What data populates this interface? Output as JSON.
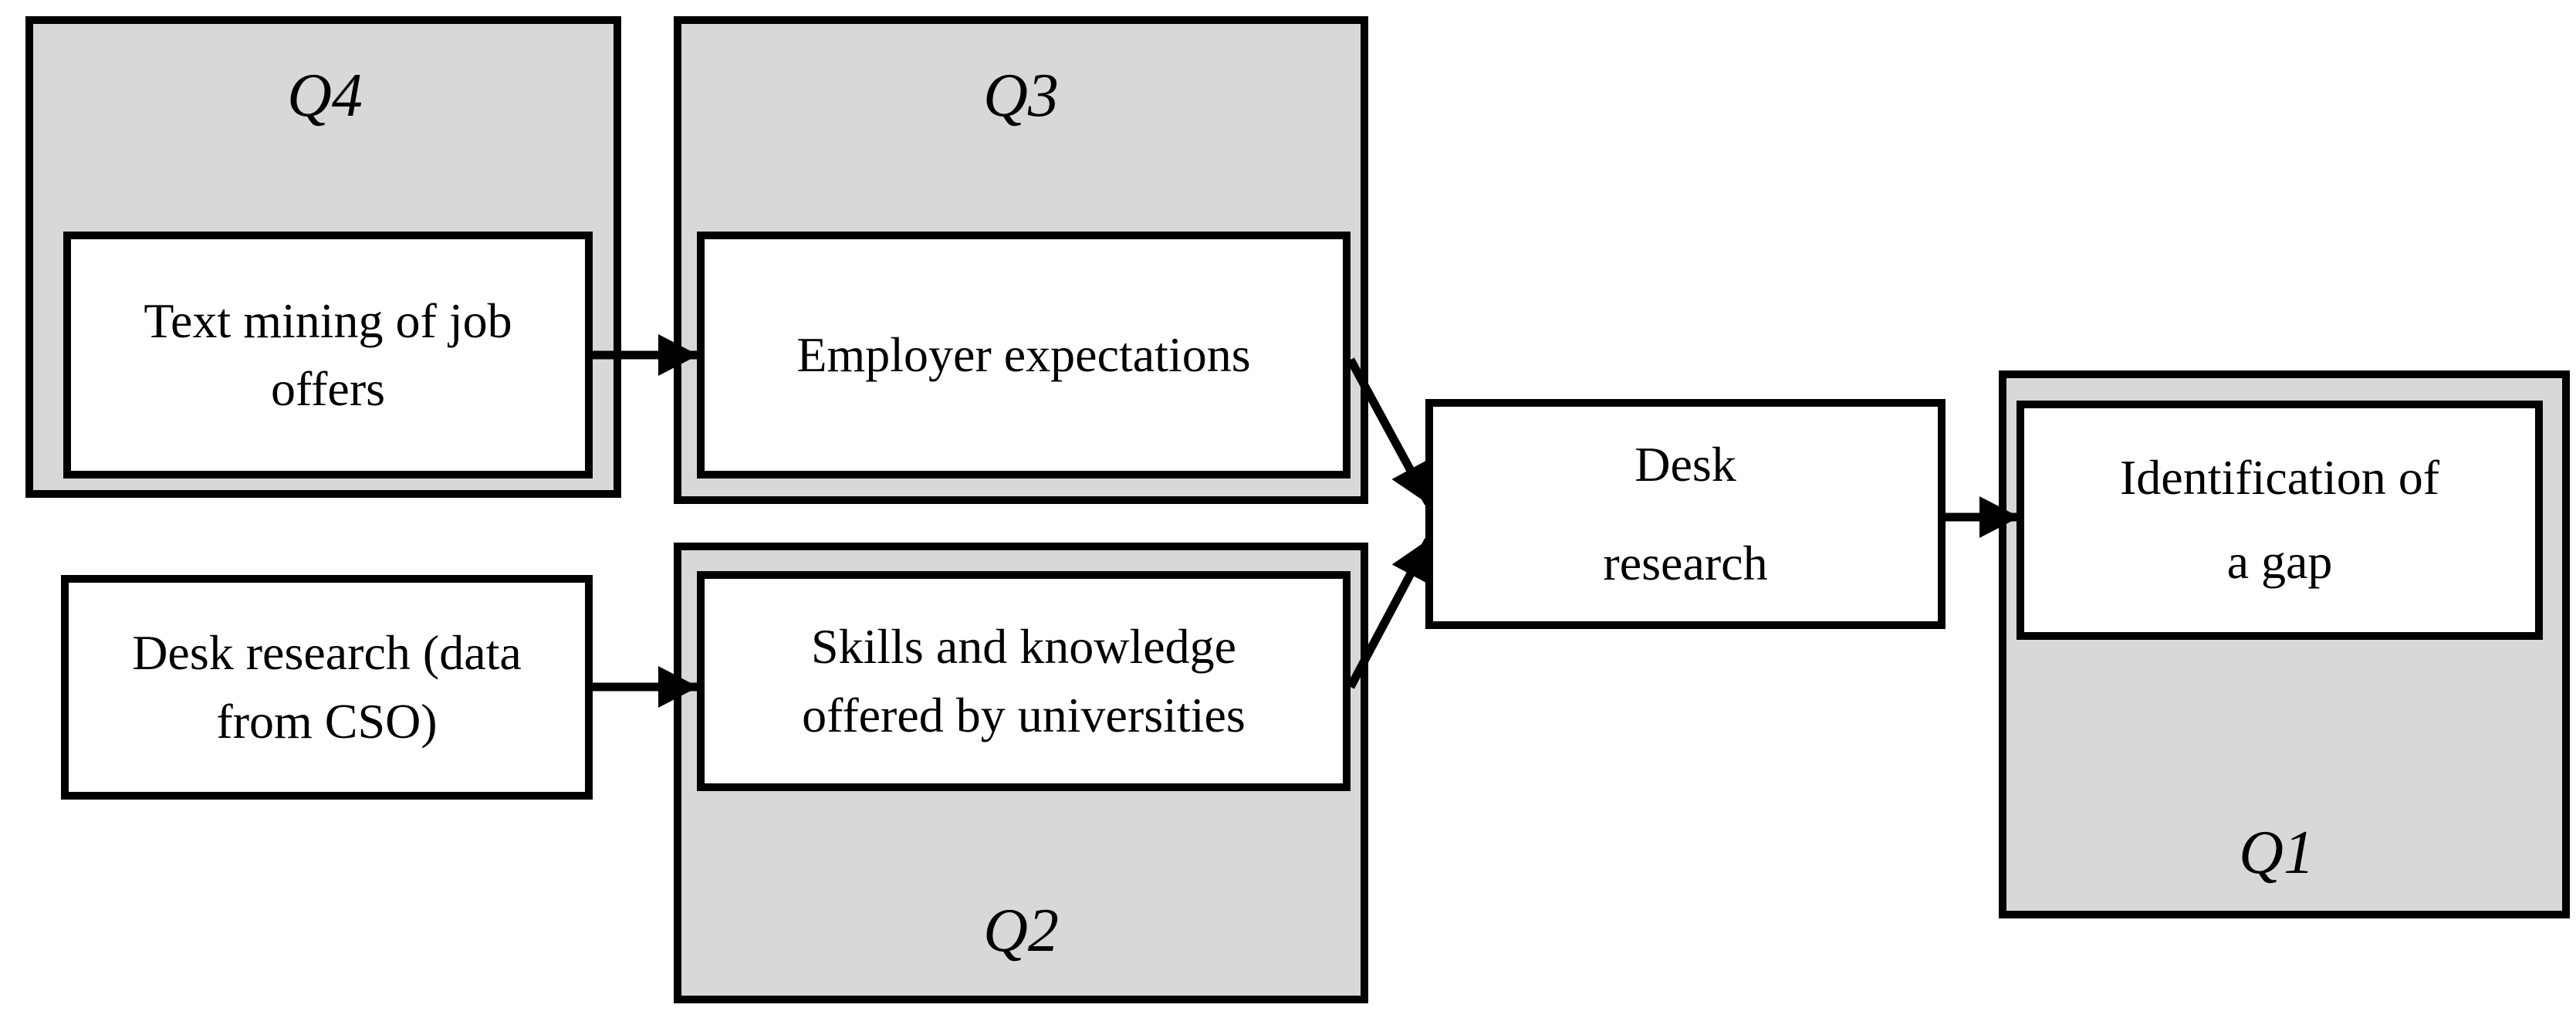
{
  "diagram_title": "",
  "colors": {
    "group_fill": "#d8d8d8",
    "node_fill": "#ffffff",
    "border": "#000000",
    "arrow": "#000000"
  },
  "groups": {
    "q4": {
      "label": "Q4"
    },
    "q3": {
      "label": "Q3"
    },
    "q2": {
      "label": "Q2"
    },
    "q1": {
      "label": "Q1"
    }
  },
  "nodes": {
    "text_mining": {
      "lines": [
        "Text mining of job",
        "offers"
      ],
      "text": "Text mining of job offers"
    },
    "employer": {
      "lines": [
        "Employer expectations"
      ],
      "text": "Employer expectations"
    },
    "desk_cso": {
      "lines": [
        "Desk research (data",
        "from CSO)"
      ],
      "text": "Desk research (data from CSO)"
    },
    "skills": {
      "lines": [
        "Skills and knowledge",
        "offered by universities"
      ],
      "text": "Skills and knowledge offered by universities"
    },
    "desk_research": {
      "lines": [
        "Desk",
        "research"
      ],
      "text": "Desk research"
    },
    "identification": {
      "lines": [
        "Identification of",
        "a gap"
      ],
      "text": "Identification of a gap"
    }
  },
  "edges": [
    {
      "from": "text_mining",
      "to": "employer"
    },
    {
      "from": "desk_cso",
      "to": "skills"
    },
    {
      "from": "employer",
      "to": "desk_research"
    },
    {
      "from": "skills",
      "to": "desk_research"
    },
    {
      "from": "desk_research",
      "to": "identification"
    }
  ]
}
